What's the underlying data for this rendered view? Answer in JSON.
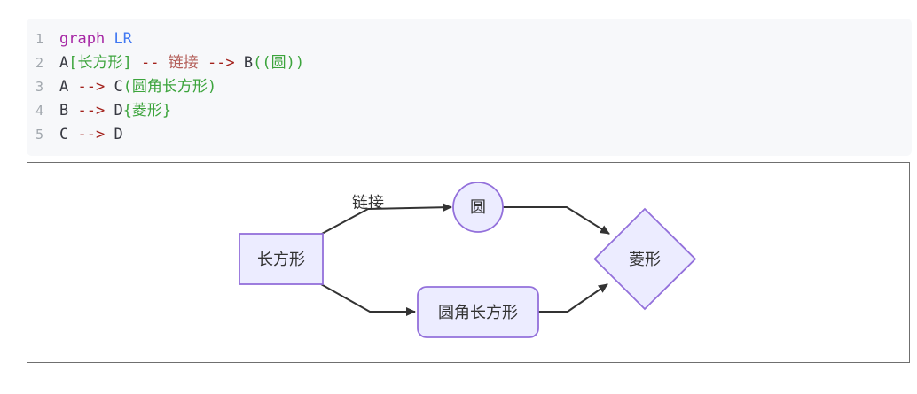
{
  "colors": {
    "kw": "#a626a4",
    "cn": "#4078f2",
    "pl": "#383a42",
    "str": "#3ca43c",
    "op": "#a3201a",
    "lb": "#b45f5a",
    "ln": "#a1a7ad",
    "code_bg": "#f7f8fa",
    "node_fill": "#ececff",
    "node_stroke": "#9370db",
    "edge": "#333333",
    "text": "#333333",
    "panel_border": "#6f6f6f"
  },
  "code": {
    "lines": [
      {
        "n": "1",
        "t": [
          [
            "kw",
            "graph"
          ],
          [
            "pl",
            " "
          ],
          [
            "cn",
            "LR"
          ]
        ]
      },
      {
        "n": "2",
        "t": [
          [
            "pl",
            "A"
          ],
          [
            "str",
            "[长方形]"
          ],
          [
            "pl",
            " "
          ],
          [
            "op",
            "--"
          ],
          [
            "lb",
            " 链接 "
          ],
          [
            "op",
            "-->"
          ],
          [
            "pl",
            " B"
          ],
          [
            "str",
            "((圆))"
          ]
        ]
      },
      {
        "n": "3",
        "t": [
          [
            "pl",
            "A "
          ],
          [
            "op",
            "-->"
          ],
          [
            "pl",
            " C"
          ],
          [
            "str",
            "(圆角长方形)"
          ]
        ]
      },
      {
        "n": "4",
        "t": [
          [
            "pl",
            "B "
          ],
          [
            "op",
            "-->"
          ],
          [
            "pl",
            " D"
          ],
          [
            "str",
            "{菱形}"
          ]
        ]
      },
      {
        "n": "5",
        "t": [
          [
            "pl",
            "C "
          ],
          [
            "op",
            "-->"
          ],
          [
            "pl",
            " D"
          ]
        ]
      }
    ]
  },
  "diagram": {
    "nodes": {
      "rect": {
        "id": "A",
        "label": "长方形"
      },
      "circle": {
        "id": "B",
        "label": "圆"
      },
      "rounded": {
        "id": "C",
        "label": "圆角长方形"
      },
      "diamond": {
        "id": "D",
        "label": "菱形"
      }
    },
    "edges": [
      {
        "from": "A",
        "to": "B",
        "label": "链接"
      },
      {
        "from": "A",
        "to": "C",
        "label": ""
      },
      {
        "from": "B",
        "to": "D",
        "label": ""
      },
      {
        "from": "C",
        "to": "D",
        "label": ""
      }
    ],
    "edge_label": "链接"
  }
}
